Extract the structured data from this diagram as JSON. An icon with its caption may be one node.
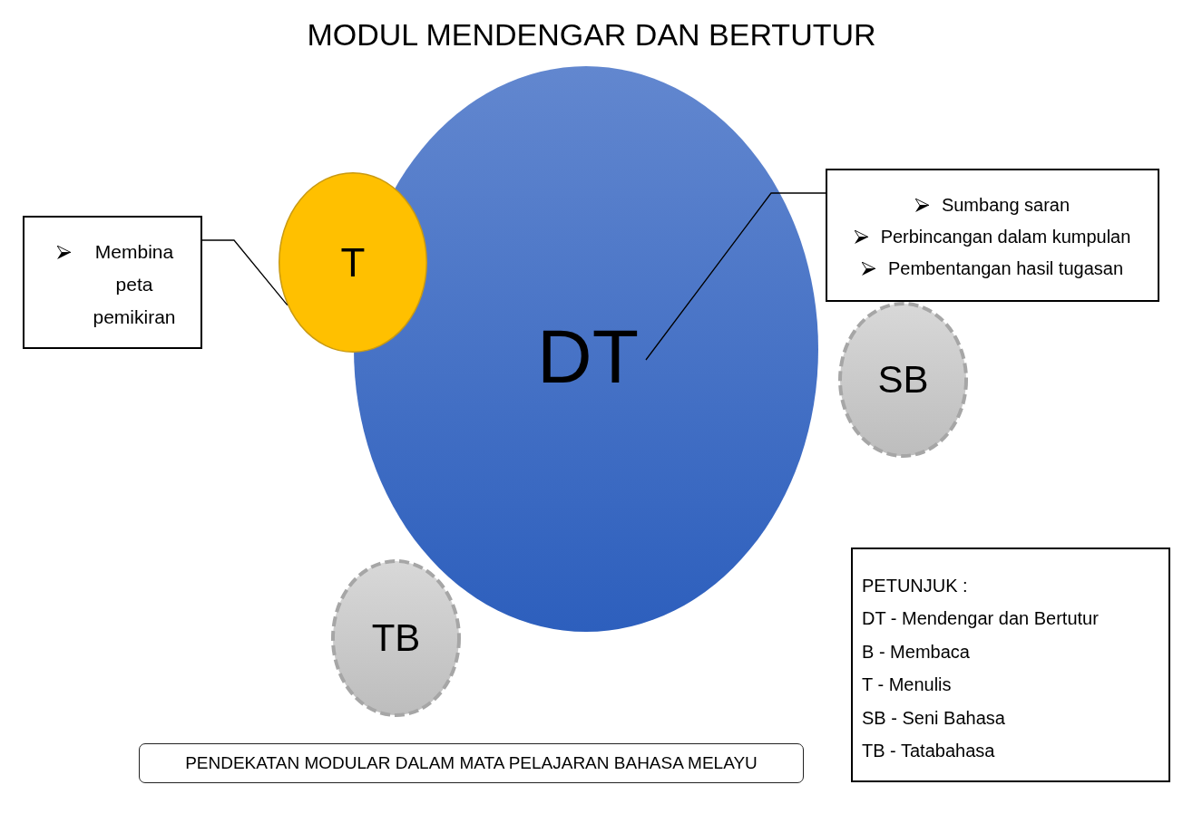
{
  "diagram": {
    "title": "MODUL MENDENGAR DAN BERTUTUR",
    "nodes": [
      {
        "text": [
          "DT"
        ]
      },
      {
        "text": [
          "T"
        ]
      },
      {
        "text": [
          "SB"
        ]
      },
      {
        "text": [
          "TB"
        ]
      },
      {
        "text": [
          "Membina peta pemikiran"
        ]
      },
      {
        "text": [
          "Sumbang saran",
          "Perbincangan dalam kumpulan",
          "Pembentangan hasil tugasan"
        ]
      },
      {
        "text": [
          "PENDEKATAN MODULAR DALAM MATA PELAJARAN BAHASA MELAYU"
        ]
      },
      {
        "text": [
          "PETUNJUK :",
          "DT - Mendengar dan Bertutur",
          "B - Membaca",
          "T - Menulis",
          "SB - Seni Bahasa",
          "TB - Tatabahasa"
        ]
      }
    ],
    "edges": [
      {
        "from": 4,
        "to": 1,
        "arrow": "none"
      },
      {
        "from": 5,
        "to": 0,
        "arrow": "none"
      }
    ]
  }
}
